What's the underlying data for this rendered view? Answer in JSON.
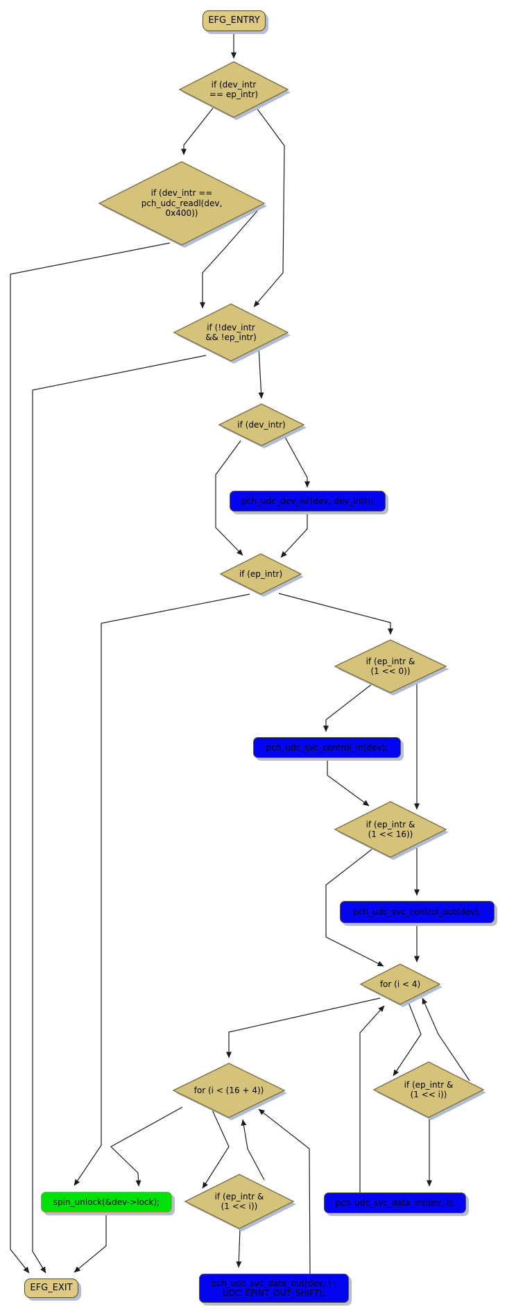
{
  "diagram": {
    "type": "control-flow-graph",
    "background": "#ffffff",
    "colors": {
      "decision_fill": "#d5c27b",
      "decision_border": "#7d7040",
      "process_fill": "#0404ee",
      "unlock_fill": "#00e109",
      "terminal_fill": "#decb81",
      "shadow": "#b2bbd4",
      "edge": "#1a1a1a",
      "text": "#000000"
    },
    "nodes": {
      "efg_entry": {
        "type": "terminal",
        "label": "EFG_ENTRY"
      },
      "d_dev_eq_ep": {
        "type": "decision",
        "label": "if (dev_intr\n== ep_intr)"
      },
      "d_readl": {
        "type": "decision",
        "label": "if (dev_intr ==\npch_udc_readl(dev,\n0x400))"
      },
      "d_none": {
        "type": "decision",
        "label": "if (!dev_intr\n&& !ep_intr)"
      },
      "d_dev": {
        "type": "decision",
        "label": "if (dev_intr)"
      },
      "p_dev_isr": {
        "type": "process",
        "label": "pch_udc_dev_isr(dev, dev_intr);"
      },
      "d_ep": {
        "type": "decision",
        "label": "if (ep_intr)"
      },
      "d_ctrl_in": {
        "type": "decision",
        "label": "if (ep_intr &\n(1 << 0))"
      },
      "p_ctrl_in": {
        "type": "process",
        "label": "pch_udc_svc_control_in(dev);"
      },
      "d_ctrl_out": {
        "type": "decision",
        "label": "if (ep_intr &\n(1 << 16))"
      },
      "p_ctrl_out": {
        "type": "process",
        "label": "pch_udc_svc_control_out(dev);"
      },
      "d_for4": {
        "type": "decision",
        "label": "for (i < 4)"
      },
      "d_data_in": {
        "type": "decision",
        "label": "if (ep_intr &\n(1 << i))"
      },
      "p_data_in": {
        "type": "process",
        "label": "pch_udc_svc_data_in(dev, i);"
      },
      "d_for20": {
        "type": "decision",
        "label": "for (i < (16 + 4))"
      },
      "d_data_out": {
        "type": "decision",
        "label": "if (ep_intr &\n(1 << i))"
      },
      "p_data_out": {
        "type": "process",
        "label": "pch_udc_svc_data_out(dev, i -\nUDC_EPINT_OUT_SHIFT);"
      },
      "p_unlock": {
        "type": "unlock",
        "label": "spin_unlock(&dev->lock);"
      },
      "efg_exit": {
        "type": "terminal",
        "label": "EFG_EXIT"
      }
    },
    "edges": [
      {
        "from": "efg_entry",
        "to": "d_dev_eq_ep"
      },
      {
        "from": "d_dev_eq_ep",
        "to": "d_readl"
      },
      {
        "from": "d_dev_eq_ep",
        "to": "d_none"
      },
      {
        "from": "d_readl",
        "to": "efg_exit"
      },
      {
        "from": "d_readl",
        "to": "d_none"
      },
      {
        "from": "d_none",
        "to": "efg_exit"
      },
      {
        "from": "d_none",
        "to": "d_dev"
      },
      {
        "from": "d_dev",
        "to": "p_dev_isr"
      },
      {
        "from": "d_dev",
        "to": "d_ep"
      },
      {
        "from": "p_dev_isr",
        "to": "d_ep"
      },
      {
        "from": "d_ep",
        "to": "p_unlock"
      },
      {
        "from": "d_ep",
        "to": "d_ctrl_in"
      },
      {
        "from": "d_ctrl_in",
        "to": "p_ctrl_in"
      },
      {
        "from": "d_ctrl_in",
        "to": "d_ctrl_out"
      },
      {
        "from": "p_ctrl_in",
        "to": "d_ctrl_out"
      },
      {
        "from": "d_ctrl_out",
        "to": "p_ctrl_out"
      },
      {
        "from": "d_ctrl_out",
        "to": "d_for4"
      },
      {
        "from": "p_ctrl_out",
        "to": "d_for4"
      },
      {
        "from": "d_for4",
        "to": "d_data_in"
      },
      {
        "from": "d_data_in",
        "to": "d_for4"
      },
      {
        "from": "d_data_in",
        "to": "p_data_in"
      },
      {
        "from": "p_data_in",
        "to": "d_for4"
      },
      {
        "from": "d_for4",
        "to": "d_for20"
      },
      {
        "from": "d_for20",
        "to": "d_data_out"
      },
      {
        "from": "d_data_out",
        "to": "d_for20"
      },
      {
        "from": "d_data_out",
        "to": "p_data_out"
      },
      {
        "from": "p_data_out",
        "to": "d_for20"
      },
      {
        "from": "d_for20",
        "to": "p_unlock"
      },
      {
        "from": "p_unlock",
        "to": "efg_exit"
      }
    ]
  }
}
